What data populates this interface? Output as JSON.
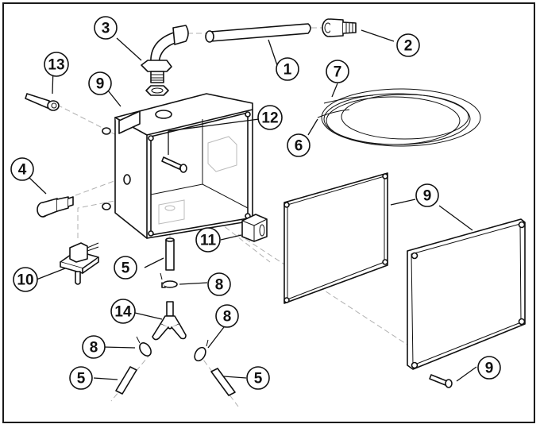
{
  "diagram": {
    "type": "exploded-parts-diagram",
    "subject": "drain / pump enclosure assembly",
    "callouts": [
      {
        "id": "c1",
        "label": "1",
        "part": "tube"
      },
      {
        "id": "c2",
        "label": "2",
        "part": "threaded-fitting"
      },
      {
        "id": "c3",
        "label": "3",
        "part": "elbow-fitting"
      },
      {
        "id": "c4",
        "label": "4",
        "part": "plug"
      },
      {
        "id": "c5a",
        "label": "5",
        "part": "tube-segment"
      },
      {
        "id": "c5b",
        "label": "5",
        "part": "tube-segment"
      },
      {
        "id": "c5c",
        "label": "5",
        "part": "tube-segment"
      },
      {
        "id": "c6",
        "label": "6",
        "part": "wire-lead"
      },
      {
        "id": "c7",
        "label": "7",
        "part": "coiled-tubing"
      },
      {
        "id": "c8a",
        "label": "8",
        "part": "hose-clamp"
      },
      {
        "id": "c8b",
        "label": "8",
        "part": "hose-clamp"
      },
      {
        "id": "c8c",
        "label": "8",
        "part": "hose-clamp"
      },
      {
        "id": "c9a",
        "label": "9",
        "part": "enclosure-box"
      },
      {
        "id": "c9b",
        "label": "9",
        "part": "gasket-and-cover"
      },
      {
        "id": "c9c",
        "label": "9",
        "part": "cover-screw"
      },
      {
        "id": "c10",
        "label": "10",
        "part": "switch-module"
      },
      {
        "id": "c11",
        "label": "11",
        "part": "pump-motor"
      },
      {
        "id": "c12",
        "label": "12",
        "part": "mounting-screw"
      },
      {
        "id": "c13",
        "label": "13",
        "part": "anchor-pin"
      },
      {
        "id": "c14",
        "label": "14",
        "part": "y-connector"
      }
    ]
  }
}
